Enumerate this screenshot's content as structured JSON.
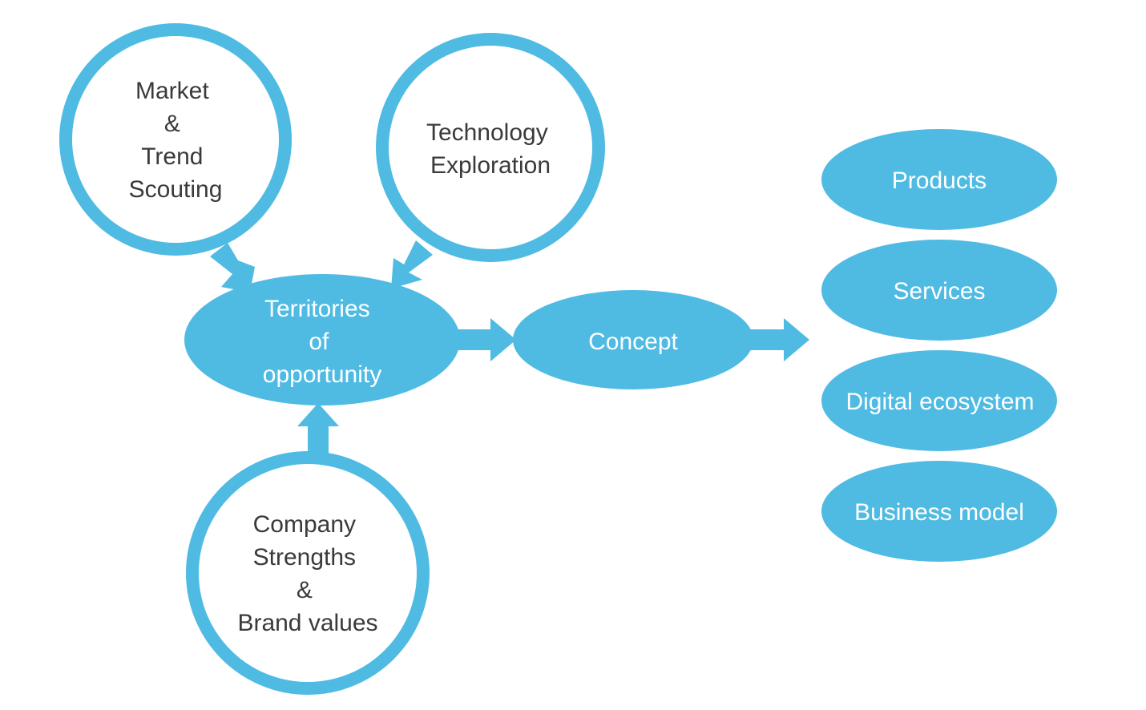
{
  "colors": {
    "accent": "#4fbbe3",
    "ring_text": "#3a3a3a",
    "fill_text": "#ffffff"
  },
  "inputs": {
    "market": {
      "lines": [
        "Market",
        "&",
        "Trend",
        "Scouting"
      ]
    },
    "technology": {
      "lines": [
        "Technology",
        "Exploration"
      ]
    },
    "company": {
      "lines": [
        "Company",
        "Strengths",
        "&",
        "Brand values"
      ]
    }
  },
  "territories": {
    "lines": [
      "Territories",
      "of",
      "opportunity"
    ]
  },
  "concept": {
    "label": "Concept"
  },
  "outputs": [
    "Products",
    "Services",
    "Digital ecosystem",
    "Business model"
  ]
}
